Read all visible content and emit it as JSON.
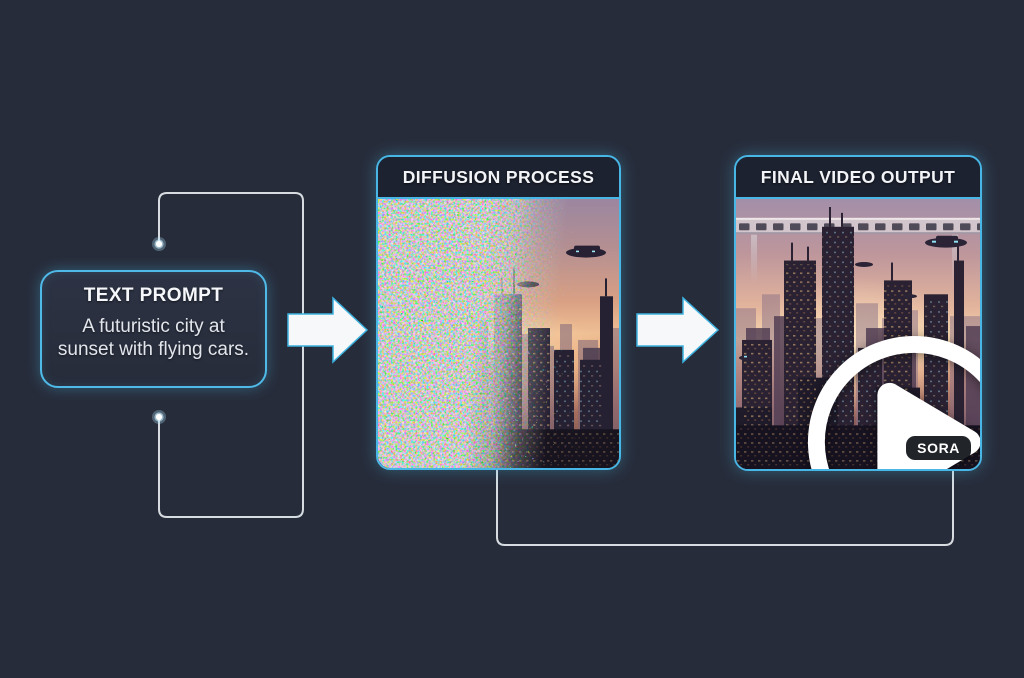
{
  "colors": {
    "background": "#272c3a",
    "accent": "#4ab7e6",
    "connector_line": "#d7dce1",
    "arrow_fill": "#f6f8fa",
    "panel_header_bg": "#1d2230",
    "badge_bg": "#0a0d13",
    "text_primary": "#f4f6f9",
    "text_secondary": "#dde1e7"
  },
  "prompt_box": {
    "title": "TEXT PROMPT",
    "lines": [
      "A futuristic city at",
      "sunset with flying cars."
    ]
  },
  "panels": {
    "diffusion": {
      "title": "DIFFUSION PROCESS"
    },
    "output": {
      "title": "FINAL VIDEO OUTPUT",
      "badge": "SORA"
    }
  },
  "icons": {
    "arrow1": "arrow-right-icon",
    "arrow2": "arrow-right-icon",
    "play": "play-icon",
    "film_strip": "film-strip-icon",
    "connector_dots": "connector-node-dot"
  }
}
